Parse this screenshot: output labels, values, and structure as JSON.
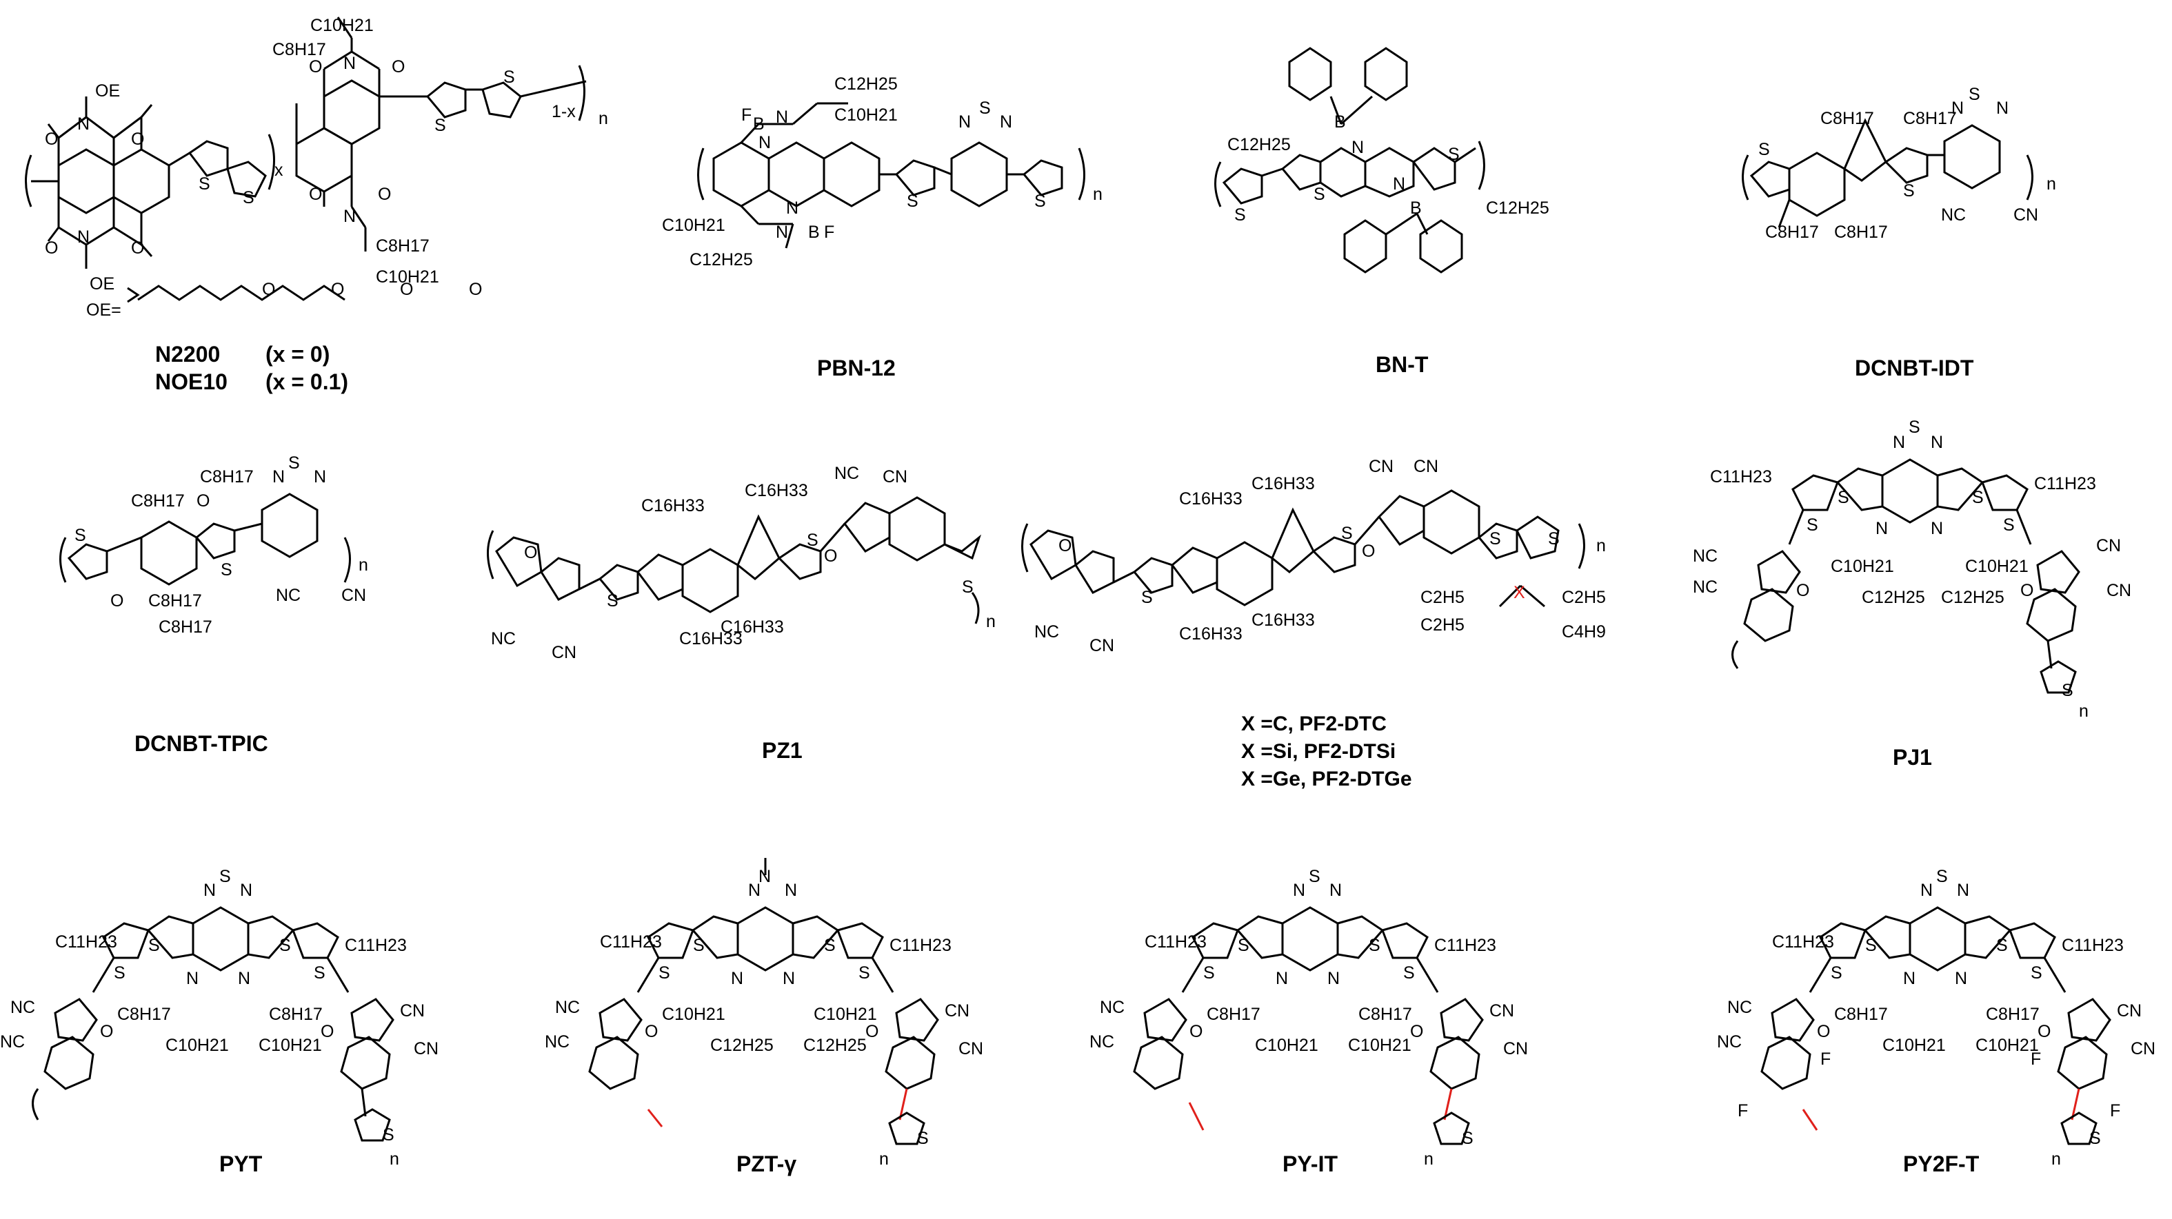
{
  "figure": {
    "molecules": [
      {
        "id": "n2200",
        "caption": "N2200",
        "note": "(x = 0)"
      },
      {
        "id": "noe10",
        "caption": "NOE10",
        "note": "(x = 0.1)"
      },
      {
        "id": "pbn12",
        "caption": "PBN-12"
      },
      {
        "id": "bnt",
        "caption": "BN-T"
      },
      {
        "id": "dcnbt-idt",
        "caption": "DCNBT-IDT"
      },
      {
        "id": "dcnbt-tpic",
        "caption": "DCNBT-TPIC"
      },
      {
        "id": "pz1",
        "caption": "PZ1"
      },
      {
        "id": "pf2",
        "captions": [
          "X =C, PF2-DTC",
          "X =Si, PF2-DTSi",
          "X =Ge, PF2-DTGe"
        ]
      },
      {
        "id": "pj1",
        "caption": "PJ1"
      },
      {
        "id": "pyt",
        "caption": "PYT"
      },
      {
        "id": "pzt",
        "caption": "PZT-γ"
      },
      {
        "id": "pyit",
        "caption": "PY-IT"
      },
      {
        "id": "py2ft",
        "caption": "PY2F-T"
      }
    ],
    "atom_labels": {
      "oe_def": "OE=",
      "OE": "OE",
      "N": "N",
      "O": "O",
      "S": "S",
      "B": "B",
      "F": "F",
      "X": "X",
      "CN": "CN",
      "NC": "NC",
      "n": "n",
      "x": "x",
      "1-x": "1-x",
      "C8H17": "C8H17",
      "C10H21": "C10H21",
      "C11H23": "C11H23",
      "C12H25": "C12H25",
      "C16H33": "C16H33",
      "C2H5": "C2H5",
      "C4H9": "C4H9"
    },
    "colors": {
      "bond": "#000000",
      "highlight": "#e0201b"
    }
  }
}
